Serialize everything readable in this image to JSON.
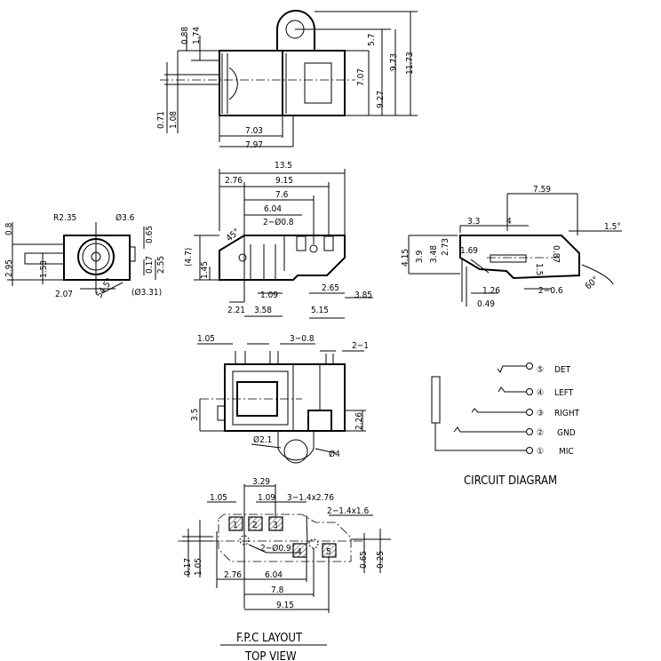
{
  "top_view": {
    "dims": [
      "0.88",
      "1.74",
      "0.71",
      "1.08",
      "7.03",
      "7.97",
      "5.7",
      "7.07",
      "9.27",
      "9.73",
      "11.73"
    ]
  },
  "front_view": {
    "dims": [
      "R2.35",
      "Ø3.6",
      "0.8",
      "2.95",
      "1.53",
      "0.65",
      "0.17",
      "2.55",
      "2.07",
      "54.5°",
      "(Ø3.31)"
    ]
  },
  "side_view": {
    "dims": [
      "13.5",
      "2.76",
      "9.15",
      "7.6",
      "6.04",
      "2−Ø0.8",
      "45°",
      "(4.7)",
      "1.45",
      "1.09",
      "2.21",
      "3.58",
      "2.65",
      "3.85",
      "5.15"
    ]
  },
  "end_view": {
    "dims": [
      "7.59",
      "3.3",
      "4",
      "1.5°",
      "4.15",
      "3.9",
      "3.48",
      "2.73",
      "1.69",
      "0.87",
      "1.5",
      "60°",
      "1.26",
      "2−0.6",
      "0.49"
    ]
  },
  "bottom_view": {
    "dims": [
      "1.05",
      "3−0.8",
      "2−1",
      "3.5",
      "2.26",
      "Ø2.1",
      "Ø4"
    ]
  },
  "fpc_layout": {
    "dims": [
      "3.29",
      "1.05",
      "1.09",
      "3−1.4x2.76",
      "2−1.4x1.6",
      "2−Ø0.9",
      "0.17",
      "1.05",
      "0.65",
      "0.25",
      "2.76",
      "6.04",
      "7.8",
      "9.15"
    ],
    "pads": [
      "1",
      "2",
      "3",
      "4",
      "5"
    ],
    "title": "F.P.C  LAYOUT",
    "subtitle": "TOP  VIEW"
  },
  "circuit": {
    "title": "CIRCUIT  DIAGRAM",
    "pins": [
      {
        "num": "⑤",
        "label": "DET"
      },
      {
        "num": "④",
        "label": "LEFT"
      },
      {
        "num": "③",
        "label": "RIGHT"
      },
      {
        "num": "②",
        "label": "GND"
      },
      {
        "num": "①",
        "label": "MIC"
      }
    ]
  }
}
